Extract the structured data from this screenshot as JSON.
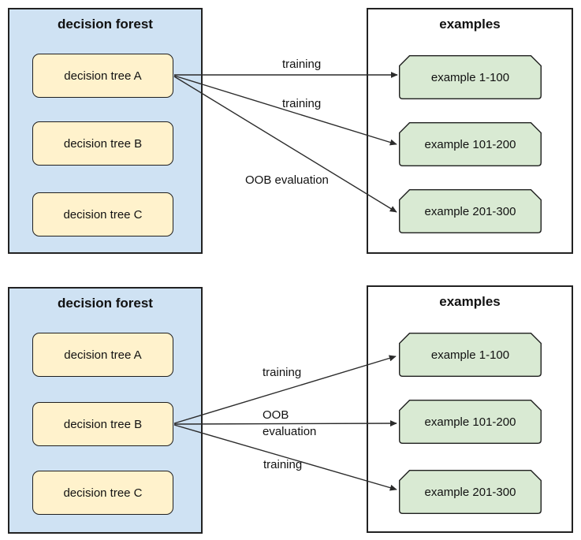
{
  "colors": {
    "forest_fill": "#cfe2f3",
    "examples_fill": "#ffffff",
    "tree_fill": "#fff2cc",
    "example_fill": "#d9ead3",
    "panel_border": "#222222",
    "node_border": "#1f1f1f",
    "arrow_color": "#2b2b2b",
    "text_color": "#111111"
  },
  "top_diagram": {
    "forest": {
      "title": "decision forest",
      "trees": [
        "decision tree A",
        "decision tree B",
        "decision tree C"
      ]
    },
    "examples": {
      "title": "examples",
      "items": [
        "example 1-100",
        "example 101-200",
        "example 201-300"
      ]
    },
    "arrow_labels": {
      "to_1_100": "training",
      "to_101_200": "training",
      "to_201_300": "OOB evaluation"
    }
  },
  "bottom_diagram": {
    "forest": {
      "title": "decision forest",
      "trees": [
        "decision tree A",
        "decision tree B",
        "decision tree C"
      ]
    },
    "examples": {
      "title": "examples",
      "items": [
        "example 1-100",
        "example 101-200",
        "example 201-300"
      ]
    },
    "arrow_labels": {
      "to_1_100": "training",
      "to_101_200_line1": "OOB",
      "to_101_200_line2": "evaluation",
      "to_201_300": "training"
    }
  }
}
